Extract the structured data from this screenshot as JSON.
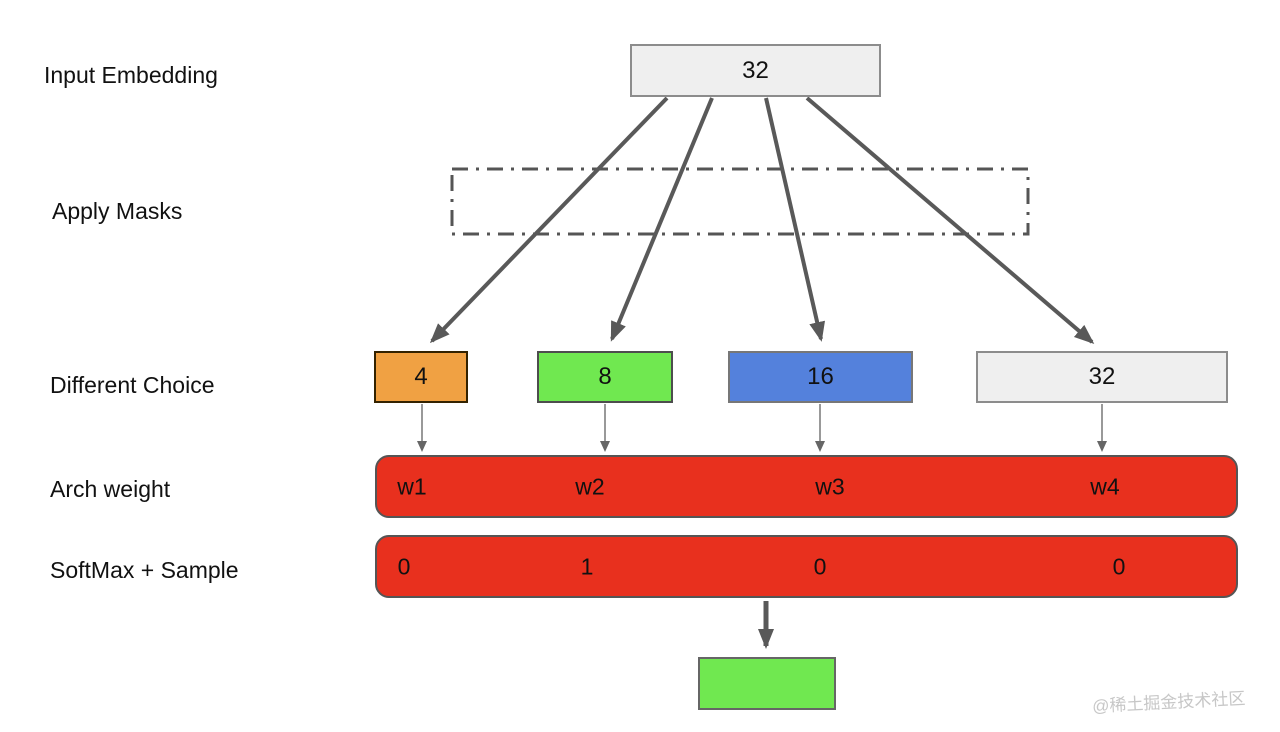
{
  "diagram": {
    "rows": {
      "input_embedding": "Input Embedding",
      "apply_masks": "Apply Masks",
      "different_choice": "Different Choice",
      "arch_weight": "Arch weight",
      "softmax_sample": "SoftMax + Sample"
    },
    "input_box": {
      "value": "32"
    },
    "choices": [
      {
        "value": "4",
        "color": "#f0a143"
      },
      {
        "value": "8",
        "color": "#70e850"
      },
      {
        "value": "16",
        "color": "#5481dc"
      },
      {
        "value": "32",
        "color": "#efefef"
      }
    ],
    "arch_weights": [
      "w1",
      "w2",
      "w3",
      "w4"
    ],
    "softmax_samples": [
      "0",
      "1",
      "0",
      "0"
    ],
    "result_box": {
      "color": "#70e850"
    },
    "colors": {
      "arrow": "#595959",
      "mask_outline": "#555555",
      "weight_bar_red": "#e8301e",
      "neutral_gray_fill": "#efefef"
    },
    "watermark": "@稀土掘金技术社区"
  }
}
